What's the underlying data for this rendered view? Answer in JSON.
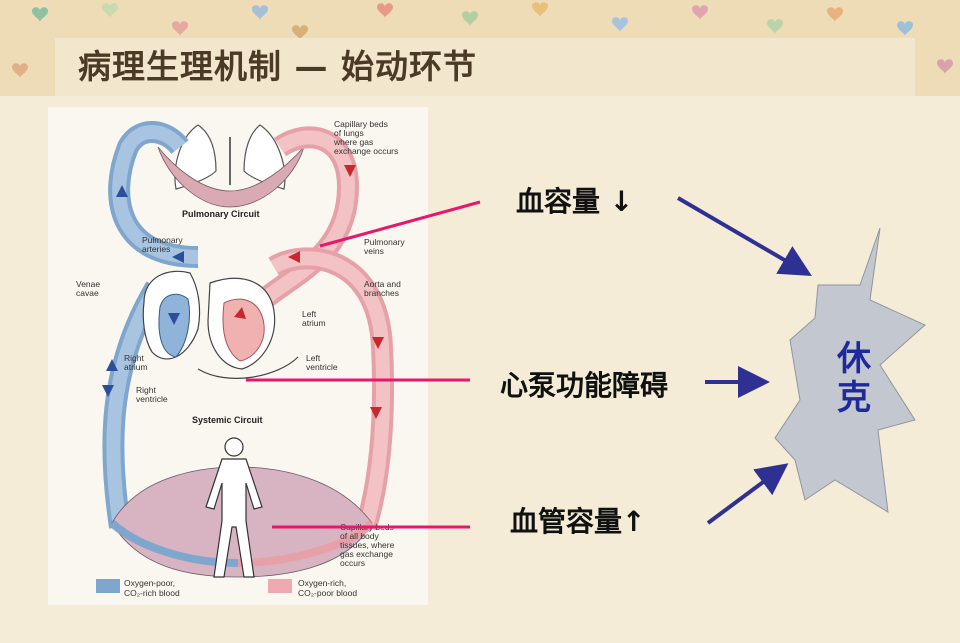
{
  "slide": {
    "title": "病理生理机制 — 始动环节",
    "colors": {
      "background": "#f5ecd8",
      "banner": "#eedcb6",
      "connector": "#e8176c",
      "arrow": "#2e3192",
      "shock_text": "#1e2a9c",
      "starburst": "#c3c8d0"
    }
  },
  "diagram": {
    "pulmonary_circuit": "Pulmonary Circuit",
    "systemic_circuit": "Systemic Circuit",
    "capillary_lungs": [
      "Capillary beds",
      "of lungs",
      "where gas",
      "exchange occurs"
    ],
    "pulmonary_arteries": [
      "Pulmonary",
      "arteries"
    ],
    "pulmonary_veins": [
      "Pulmonary",
      "veins"
    ],
    "venae_cavae": [
      "Venae",
      "cavae"
    ],
    "aorta": [
      "Aorta and",
      "branches"
    ],
    "left_atrium": [
      "Left",
      "atrium"
    ],
    "left_ventricle": [
      "Left",
      "ventricle"
    ],
    "right_atrium": [
      "Right",
      "atrium"
    ],
    "right_ventricle": [
      "Right",
      "ventricle"
    ],
    "capillary_body": [
      "Capillary beds",
      "of all body",
      "tissues, where",
      "gas exchange",
      "occurs"
    ],
    "legend_poor": [
      "Oxygen-poor,",
      "CO₂-rich blood"
    ],
    "legend_rich": [
      "Oxygen-rich,",
      "CO₂-poor blood"
    ]
  },
  "factors": [
    {
      "label": "血容量 ↓"
    },
    {
      "label": "心泵功能障碍"
    },
    {
      "label": "血管容量↑"
    }
  ],
  "outcome": {
    "chars": [
      "休",
      "克"
    ]
  }
}
